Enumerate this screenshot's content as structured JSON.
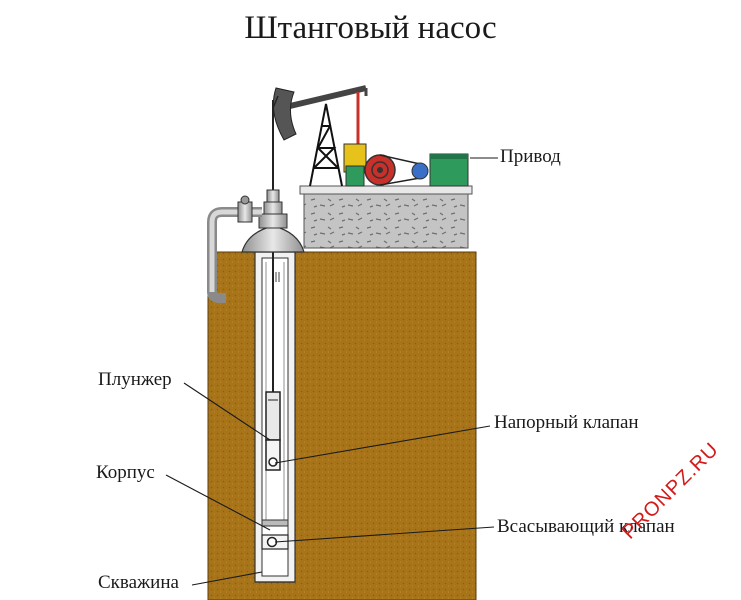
{
  "diagram": {
    "title": "Штанговый насос",
    "labels": {
      "drive": "Привод",
      "plunger": "Плунжер",
      "discharge_valve": "Напорный клапан",
      "housing": "Корпус",
      "suction_valve": "Всасывающий клапан",
      "well": "Скважина"
    },
    "watermark": "PRONPZ.RU",
    "colors": {
      "soil": "#a8741a",
      "soil_dark": "#8a5c10",
      "well_wall": "#e8e8e8",
      "foundation": "#bcbcbc",
      "motor": "#2e9b5c",
      "pulley": "#c8302a",
      "gearbox": "#e6c21a",
      "watermark": "#d11a1a"
    }
  }
}
